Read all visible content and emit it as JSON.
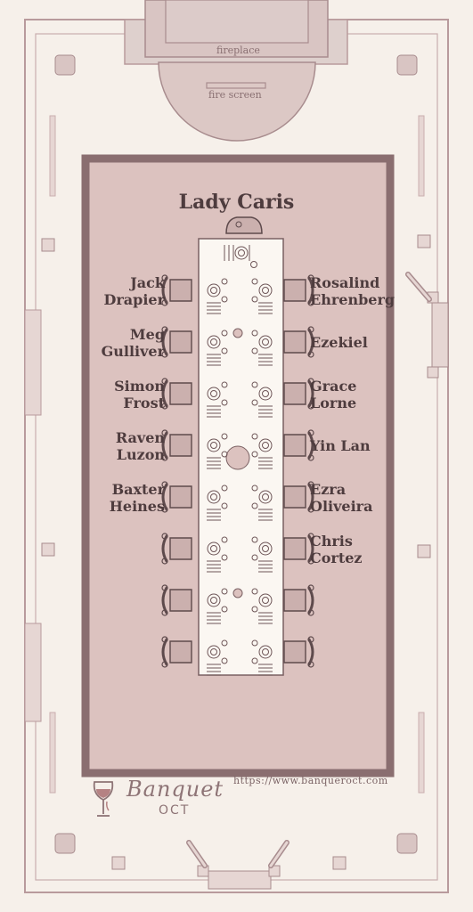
{
  "room": {
    "fireplace_label": "fireplace",
    "fire_screen_label": "fire screen"
  },
  "head_of_table": "Lady Caris",
  "guests_left": [
    "Jack\nDrapier",
    "Meg\nGulliver",
    "Simon\nFrost",
    "Raven\nLuzon",
    "Baxter\nHeines",
    "",
    "",
    ""
  ],
  "guests_right": [
    "Rosalind\nEhrenberg",
    "Ezekiel",
    "Grace\nLorne",
    "Yin Lan",
    "Ezra\nOliveira",
    "Chris\nCortez",
    "",
    ""
  ],
  "footer": {
    "url": "https://www.banqueroct.com",
    "brand_name": "Banquet",
    "brand_sub": "OCT"
  },
  "colors": {
    "background": "#f6f0ea",
    "wall_line": "#b89a9c",
    "rug_fill": "#dcc2bf",
    "rug_border": "#8a6e70",
    "table_fill": "#fbf7f2",
    "chair_fill": "#cbb0ae",
    "ink": "#4e3c3e"
  }
}
